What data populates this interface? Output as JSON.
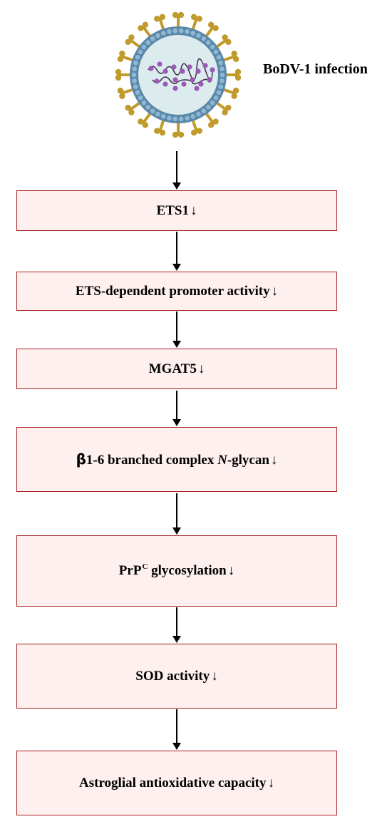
{
  "virus": {
    "label": "BoDV-1 infection"
  },
  "steps": {
    "s1": {
      "text": "ETS1",
      "arrow": " ↓"
    },
    "s2": {
      "text": "ETS-dependent promoter activity",
      "arrow": "↓"
    },
    "s3": {
      "text": "MGAT5",
      "arrow": "↓"
    },
    "s4": {
      "beta": "β",
      "text_a": "1-6 branched complex ",
      "italic": "N",
      "text_b": "-glycan",
      "arrow": "↓"
    },
    "s5": {
      "text": "PrP",
      "sup": "C",
      "text_b": " glycosylation",
      "arrow": "↓"
    },
    "s6": {
      "text": "SOD activity",
      "arrow": "↓"
    },
    "s7": {
      "text": "Astroglial antioxidative capacity",
      "arrow": "↓"
    }
  },
  "colors": {
    "box_fill": "#fdf0ef",
    "box_border": "#a81f1f",
    "capsid": "#5b88a8",
    "capsid_beads": "#8fb8d4",
    "virus_interior": "#dcecee",
    "spike": "#c09a2a",
    "rna": "#9b58b6",
    "arrow": "#000000"
  }
}
